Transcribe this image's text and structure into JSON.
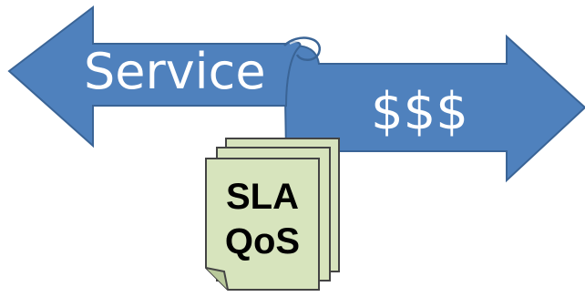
{
  "arrows": {
    "left_label": "Service",
    "right_label": "$$$",
    "fill_color": "#4f81bd",
    "edge_color": "#3a6496"
  },
  "document_stack": {
    "lines": [
      "SLA",
      "QoS"
    ],
    "fill_color": "#d7e4bd",
    "border_color": "#444444"
  }
}
